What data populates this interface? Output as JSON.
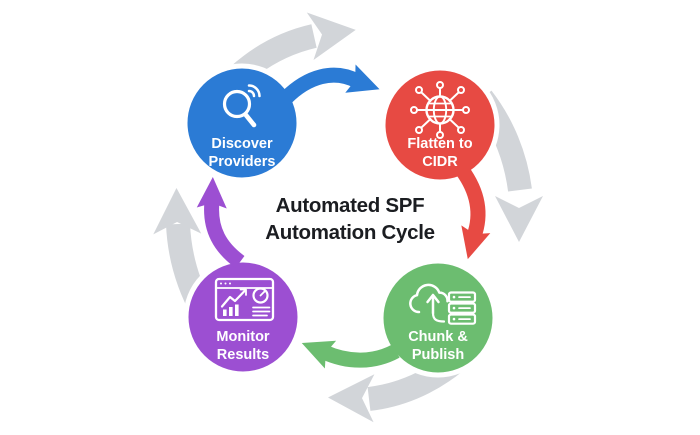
{
  "diagram": {
    "title_line1": "Automated SPF",
    "title_line2": "Automation Cycle",
    "title_color": "#1B1D21",
    "background_color": "#FFFFFF",
    "label_color": "#FFFFFF"
  },
  "ring": {
    "color": "#D2D5D9",
    "direction": "clockwise",
    "segments": 4
  },
  "nodes": [
    {
      "id": "discover-providers",
      "label_line1": "Discover",
      "label_line2": "Providers",
      "color": "#2B7BD5",
      "icon": "search-signal-icon"
    },
    {
      "id": "flatten-to-cidr",
      "label_line1": "Flatten to",
      "label_line2": "CIDR",
      "color": "#E74A43",
      "icon": "network-globe-icon"
    },
    {
      "id": "chunk-publish",
      "label_line1": "Chunk &",
      "label_line2": "Publish",
      "color": "#6CBD70",
      "icon": "cloud-upload-servers-icon"
    },
    {
      "id": "monitor-results",
      "label_line1": "Monitor",
      "label_line2": "Results",
      "color": "#9C4FD2",
      "icon": "dashboard-metrics-icon"
    }
  ],
  "arrows": [
    {
      "id": "discover-to-flatten",
      "color": "#2B7BD5"
    },
    {
      "id": "flatten-to-chunk",
      "color": "#E74A43"
    },
    {
      "id": "chunk-to-monitor",
      "color": "#6CBD70"
    },
    {
      "id": "monitor-to-discover",
      "color": "#9C4FD2"
    }
  ]
}
